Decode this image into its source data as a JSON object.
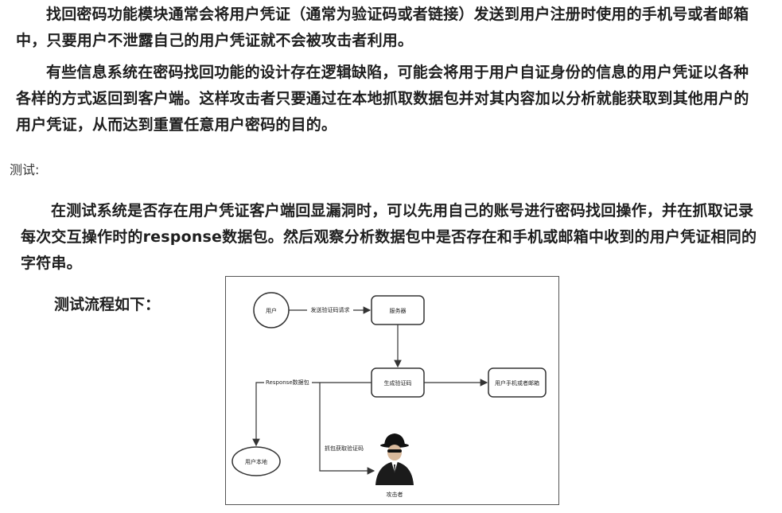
{
  "paragraphs": {
    "p1": "找回密码功能模块通常会将用户凭证（通常为验证码或者链接）发送到用户注册时使用的手机号或者邮箱中，只要用户不泄露自己的用户凭证就不会被攻击者利用。",
    "p2": "有些信息系统在密码找回功能的设计存在逻辑缺陷，可能会将用于用户自证身份的信息的用户凭证以各种各样的方式返回到客户端。这样攻击者只要通过在本地抓取数据包并对其内容加以分析就能获取到其他用户的用户凭证，从而达到重置任意用户密码的目的。",
    "test_label": "测试:",
    "p3": "在测试系统是否存在用户凭证客户端回显漏洞时，可以先用自己的账号进行密码找回操作，并在抓取记录每次交互操作时的response数据包。然后观察分析数据包中是否存在和手机或邮箱中收到的用户凭证相同的字符串。",
    "flow_label": "测试流程如下："
  },
  "diagram": {
    "nodes": {
      "user": "用户",
      "server": "服务器",
      "gen_code": "生成验证码",
      "phone_email": "用户手机或者邮箱",
      "user_local": "用户本地",
      "attacker": "攻击者"
    },
    "edges": {
      "send_request": "发送验证码请求",
      "response_packet": "Response数据包",
      "capture": "抓包获取验证码"
    }
  }
}
